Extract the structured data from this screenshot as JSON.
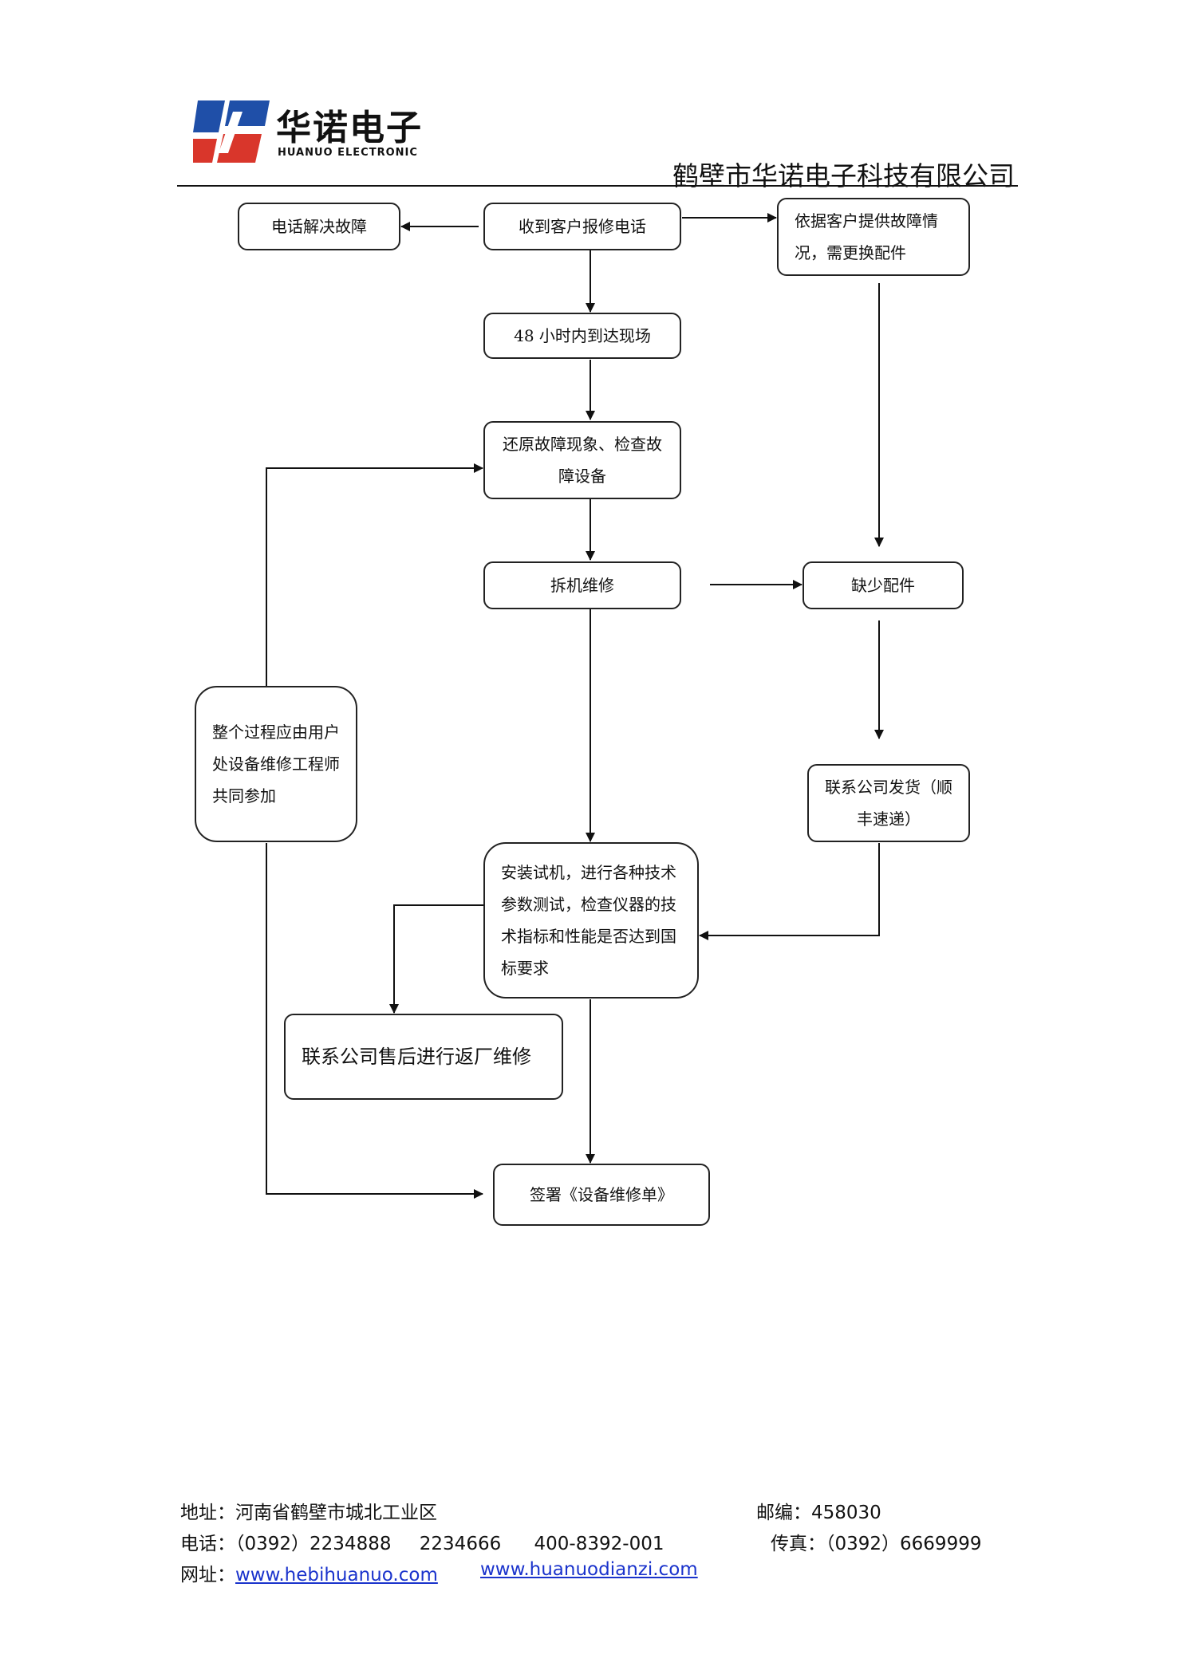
{
  "header": {
    "logo_name": "华诺电子",
    "logo_sub": "HUANUO ELECTRONIC",
    "company": "鹤壁市华诺电子科技有限公司"
  },
  "flow": {
    "receive_call": "收到客户报修电话",
    "phone_resolve": "电话解决故障",
    "need_parts": "依据客户提供故障情况，需更换配件",
    "arrive_48h": "48 小时内到达现场",
    "restore_check": "还原故障现象、检查故障设备",
    "disassemble": "拆机维修",
    "missing_parts": "缺少配件",
    "contact_ship": "联系公司发货（顺丰速递）",
    "whole_process": "整个过程应由用户处设备维修工程师共同参加",
    "install_test": "安装试机，进行各种技术参数测试，检查仪器的技术指标和性能是否达到国标要求",
    "return_factory": "联系公司售后进行返厂维修",
    "sign_form": "签署《设备维修单》"
  },
  "footer": {
    "address_label": "地址：",
    "address": "河南省鹤壁市城北工业区",
    "postcode_label": "邮编：",
    "postcode": "458030",
    "phone_label": "电话：",
    "phone1": "（0392）2234888",
    "phone2": "2234666",
    "phone3": "400-8392-001",
    "fax_label": "传真：",
    "fax": "（0392）6669999",
    "web_label": "网址：",
    "web1": "www.hebihuanuo.com",
    "web2": "www.huanuodianzi.com"
  },
  "colors": {
    "logo_blue": "#1f4fa8",
    "logo_red": "#d9362b",
    "link": "#1a33cc",
    "line": "#222222"
  }
}
